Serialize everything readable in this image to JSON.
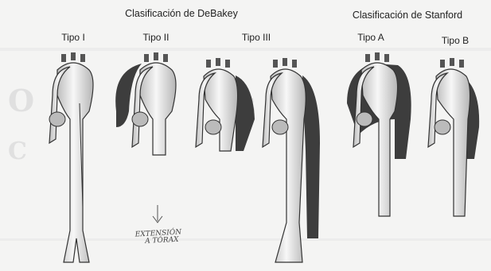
{
  "debakey": {
    "title": "Clasificación de DeBakey",
    "types": [
      "Tipo I",
      "Tipo II",
      "Tipo III"
    ]
  },
  "stanford": {
    "title": "Clasificación de Stanford",
    "types": [
      "Tipo A",
      "Tipo B"
    ]
  },
  "note": {
    "line1": "EXTENSIÓN",
    "line2": "A TÓRAX"
  },
  "colors": {
    "vessel_light": "#f2f2f2",
    "vessel_mid": "#c9c9c9",
    "dissection": "#3d3d3d",
    "background_text": "#dcdcdc"
  }
}
